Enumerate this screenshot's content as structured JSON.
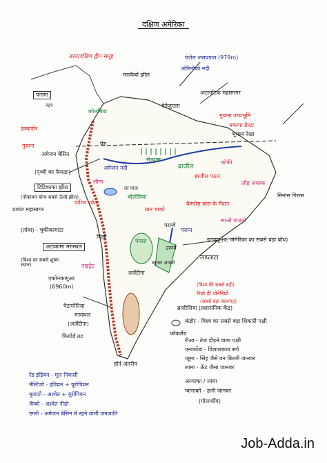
{
  "title": "दक्षिण अमेरिका",
  "watermark": "Job-Adda.in",
  "map_labels": {
    "caribbean": "उत्तर/दक्षिण द्वीप समूह",
    "maracaibo": "मराकैबो झील",
    "angel_falls": "एंजेल जलप्रपात (979m)",
    "orinoco": "ओरिनोको नदी",
    "panama": "पनामा",
    "panama_canal": "नहर",
    "colombia": "कोलंबिया",
    "ecuador": "इक्वाडोर",
    "guiana": "गुयाना",
    "venezuela": "वेनेजुएला",
    "atlantic": "अटलांटिक महासागर",
    "guiana_highlands": "गुयाना उच्चभूमि",
    "equator": "भूमध्य रेखा",
    "amazon_delta": "मकापा डेल्टा",
    "amazon": "अमेजन बेसिन",
    "amazon_river": "अमेजन नदी",
    "amazon_lungs": "(पृथ्वी का फेफड़ा)",
    "brazil": "ब्राजील",
    "brazil_plateau": "ब्राजील पठार",
    "selvas": "सेल्वास",
    "andes": "एंडीज पर्वत",
    "peru": "पेरु",
    "lima": "लीमा",
    "titicaca": "टिटिकाका झील",
    "titicaca_note": "(नौकायन योग्य सबसे ऊँची झील)",
    "bolivia": "बोलीविया",
    "la_paz": "ला पाज",
    "coffee": "कॉफी",
    "iron": "लौह अयस्क",
    "minas_gerais": "मिनास गिरास",
    "campos": "कैम्पोस घास के मैदान",
    "chaco": "ग्रान चाको",
    "paraguay": "पराग्वे",
    "parana": "पराना",
    "itaipu": "इटाइपू (द. अमेरिका का सबसे बड़ा बाँध)",
    "uruguay": "उरुग्वे",
    "la_plata": "लाप्लाटा",
    "buenos_aires": "ब्यूनस आयर्स",
    "pampas": "पंपास",
    "argentina": "अर्जेंटीना",
    "chile": "चिली",
    "atacama": "अटाकामा मरुस्थल",
    "atacama_note": "(विश्व का सबसे शुष्क स्थान)",
    "copper": "(तांबा) - चुकीकामाटा",
    "nitrate": "नाइट्रेट",
    "aconcagua": "एकोनकागुआ",
    "aconcagua_height": "(6960m)",
    "patagonia": "पैटागोनिया",
    "patagonia_desert": "मरुस्थल",
    "patagonia_country": "(अर्जेंटीना)",
    "fjord": "फियोर्ड तट",
    "pacific": "प्रशांत महासागर",
    "lake_area": "(विश्व की सबसे बड़ी)",
    "rio": "रियो डी जेनेरियो",
    "rio_note": "(सबसे बड़ा बंदरगाह)",
    "brasilia": "ब्रासीलिया (प्रशासनिक केंद्र)",
    "sao_paulo": "साओ पाउलो",
    "falkland": "फॉकलैंड",
    "cape_horn": "हॉर्न अंतरीप"
  },
  "legend_right": [
    "कंडोर - विश्व का सबसे बड़ा शिकारी पक्षी",
    "रीआ - तेज दौड़ने वाला पक्षी",
    "एनाकोंडा - विशालकाय सर्प",
    "प्यूमा - सिंह जैसे वन बिल्ली जानवर",
    "लामा - ऊँट जैसा जानवर"
  ],
  "legend_right_bottom": [
    "अल्पाका / लामा",
    "ग्वानाको - ऊनी जानवर",
    "(गोलार्धीय)"
  ],
  "legend_left": [
    "रेड इंडियन - मूल निवासी",
    "मेस्टिजो - इंडियन + यूरोपियन",
    "मुलाटो - अश्वेत + यूरोपियन",
    "जैम्बो - अश्वेत नीग्रो",
    "एंग्लो - अमेजन बेसिन में रहने वाली जनजाति"
  ]
}
